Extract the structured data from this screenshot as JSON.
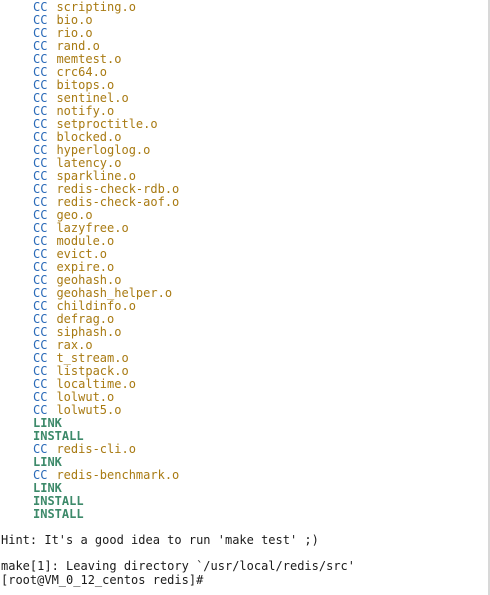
{
  "terminal": {
    "compile_lines": [
      {
        "tag": "CC",
        "file": "scripting.o"
      },
      {
        "tag": "CC",
        "file": "bio.o"
      },
      {
        "tag": "CC",
        "file": "rio.o"
      },
      {
        "tag": "CC",
        "file": "rand.o"
      },
      {
        "tag": "CC",
        "file": "memtest.o"
      },
      {
        "tag": "CC",
        "file": "crc64.o"
      },
      {
        "tag": "CC",
        "file": "bitops.o"
      },
      {
        "tag": "CC",
        "file": "sentinel.o"
      },
      {
        "tag": "CC",
        "file": "notify.o"
      },
      {
        "tag": "CC",
        "file": "setproctitle.o"
      },
      {
        "tag": "CC",
        "file": "blocked.o"
      },
      {
        "tag": "CC",
        "file": "hyperloglog.o"
      },
      {
        "tag": "CC",
        "file": "latency.o"
      },
      {
        "tag": "CC",
        "file": "sparkline.o"
      },
      {
        "tag": "CC",
        "file": "redis-check-rdb.o"
      },
      {
        "tag": "CC",
        "file": "redis-check-aof.o"
      },
      {
        "tag": "CC",
        "file": "geo.o"
      },
      {
        "tag": "CC",
        "file": "lazyfree.o"
      },
      {
        "tag": "CC",
        "file": "module.o"
      },
      {
        "tag": "CC",
        "file": "evict.o"
      },
      {
        "tag": "CC",
        "file": "expire.o"
      },
      {
        "tag": "CC",
        "file": "geohash.o"
      },
      {
        "tag": "CC",
        "file": "geohash_helper.o"
      },
      {
        "tag": "CC",
        "file": "childinfo.o"
      },
      {
        "tag": "CC",
        "file": "defrag.o"
      },
      {
        "tag": "CC",
        "file": "siphash.o"
      },
      {
        "tag": "CC",
        "file": "rax.o"
      },
      {
        "tag": "CC",
        "file": "t_stream.o"
      },
      {
        "tag": "CC",
        "file": "listpack.o"
      },
      {
        "tag": "CC",
        "file": "localtime.o"
      },
      {
        "tag": "CC",
        "file": "lolwut.o"
      },
      {
        "tag": "CC",
        "file": "lolwut5.o"
      },
      {
        "tag": "LINK",
        "file": ""
      },
      {
        "tag": "INSTALL",
        "file": ""
      },
      {
        "tag": "CC",
        "file": "redis-cli.o"
      },
      {
        "tag": "LINK",
        "file": ""
      },
      {
        "tag": "CC",
        "file": "redis-benchmark.o"
      },
      {
        "tag": "LINK",
        "file": ""
      },
      {
        "tag": "INSTALL",
        "file": ""
      },
      {
        "tag": "INSTALL",
        "file": ""
      }
    ],
    "hint": "Hint: It's a good idea to run 'make test' ;)",
    "make_leave": "make[1]: Leaving directory `/usr/local/redis/src'",
    "prompt": "[root@VM_0_12_centos redis]#"
  },
  "colors": {
    "background": "#ffffff",
    "cc_tag": "#2a6ab8",
    "object_file": "#a87a12",
    "link_install": "#3d8a6a",
    "plain_text": "#1a1a1a"
  }
}
